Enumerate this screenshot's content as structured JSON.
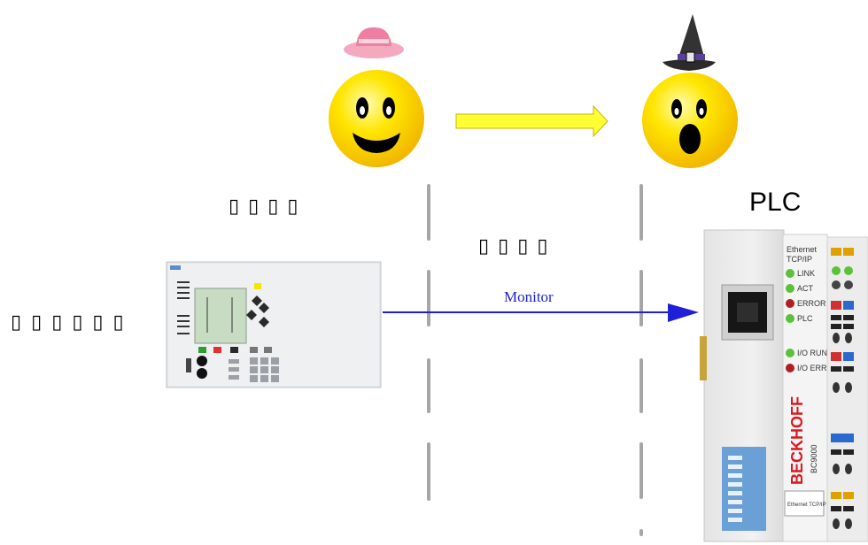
{
  "labels": {
    "device_left": "▯▯▯▯▯▯",
    "top_left": "▯▯▯▯",
    "middle": "▯▯▯▯",
    "plc": "PLC",
    "arrow": "Monitor"
  },
  "plc_module": {
    "header": "Ethernet TCP/IP",
    "leds": [
      "LINK",
      "ACT",
      "ERROR",
      "PLC",
      "I/O RUN",
      "I/O ERR"
    ],
    "brand": "BECKHOFF",
    "model": "BC9000",
    "footer": "Ethernet TCP/IP"
  },
  "colors": {
    "arrow_blue": "#1f1fd6",
    "smiley_yellow": "#ffe000",
    "divider_gray": "#a6a6a6",
    "yellow_arrow": "#ffff33"
  },
  "icons": [
    "happy-smiley-icon",
    "pink-cowboy-hat-icon",
    "surprised-smiley-icon",
    "witch-hat-icon"
  ]
}
